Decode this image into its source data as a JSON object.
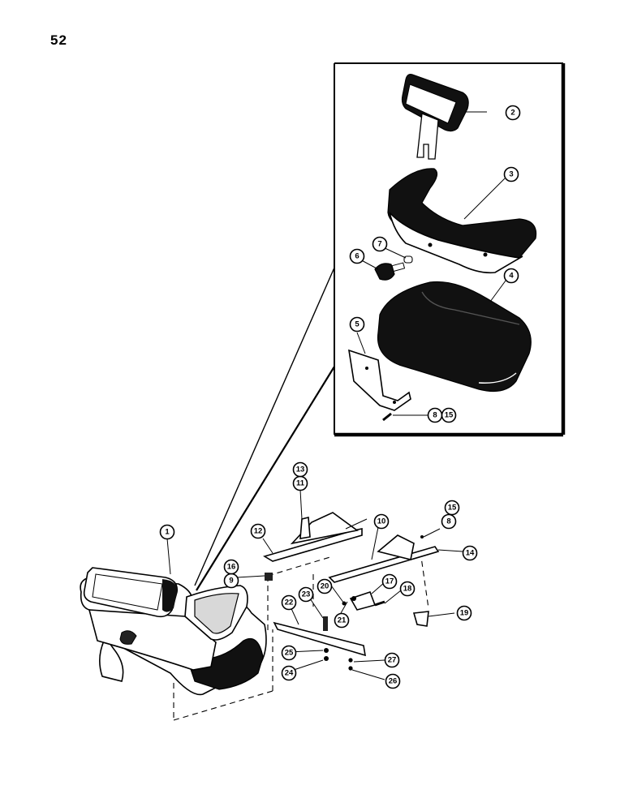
{
  "page": {
    "number": "52"
  },
  "callouts": [
    {
      "id": "c1",
      "label": "1"
    },
    {
      "id": "c2",
      "label": "2"
    },
    {
      "id": "c3",
      "label": "3"
    },
    {
      "id": "c4",
      "label": "4"
    },
    {
      "id": "c5",
      "label": "5"
    },
    {
      "id": "c6",
      "label": "6"
    },
    {
      "id": "c7",
      "label": "7"
    },
    {
      "id": "c8a",
      "label": "8"
    },
    {
      "id": "c15a",
      "label": "15"
    },
    {
      "id": "c9",
      "label": "9"
    },
    {
      "id": "c16",
      "label": "16"
    },
    {
      "id": "c10",
      "label": "10"
    },
    {
      "id": "c11",
      "label": "11"
    },
    {
      "id": "c13",
      "label": "13"
    },
    {
      "id": "c12",
      "label": "12"
    },
    {
      "id": "c14",
      "label": "14"
    },
    {
      "id": "c15b",
      "label": "15"
    },
    {
      "id": "c8b",
      "label": "8"
    },
    {
      "id": "c17",
      "label": "17"
    },
    {
      "id": "c18",
      "label": "18"
    },
    {
      "id": "c19",
      "label": "19"
    },
    {
      "id": "c20",
      "label": "20"
    },
    {
      "id": "c21",
      "label": "21"
    },
    {
      "id": "c22",
      "label": "22"
    },
    {
      "id": "c23",
      "label": "23"
    },
    {
      "id": "c24",
      "label": "24"
    },
    {
      "id": "c25",
      "label": "25"
    },
    {
      "id": "c26",
      "label": "26"
    },
    {
      "id": "c27",
      "label": "27"
    }
  ]
}
